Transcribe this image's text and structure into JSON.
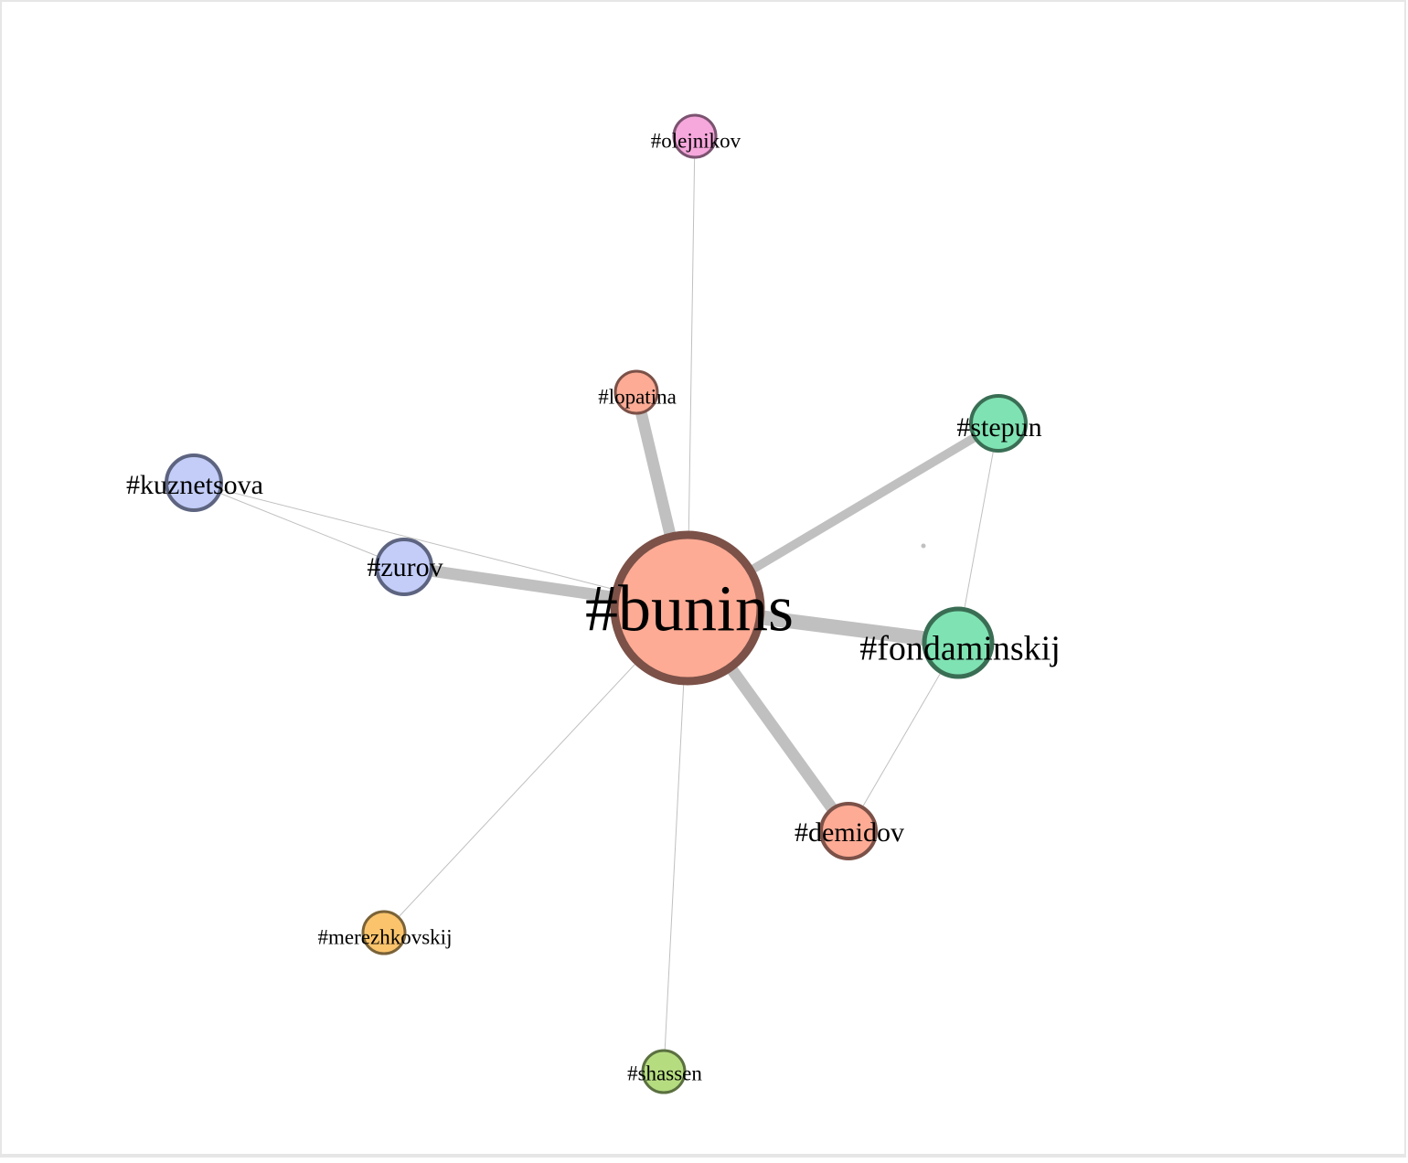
{
  "graph": {
    "nodes": [
      {
        "id": "bunins",
        "label": "#bunins",
        "fill": "#fdab95",
        "stroke": "#7b5148"
      },
      {
        "id": "olejnikov",
        "label": "#olejnikov",
        "fill": "#f6a7dc",
        "stroke": "#7b5370"
      },
      {
        "id": "lopatina",
        "label": "#lopatina",
        "fill": "#fdab95",
        "stroke": "#7b5148"
      },
      {
        "id": "stepun",
        "label": "#stepun",
        "fill": "#7fe2b3",
        "stroke": "#3a6e54"
      },
      {
        "id": "kuznetsova",
        "label": "#kuznetsova",
        "fill": "#c3cdf8",
        "stroke": "#5d6480"
      },
      {
        "id": "zurov",
        "label": "#zurov",
        "fill": "#c3cdf8",
        "stroke": "#5d6480"
      },
      {
        "id": "fondaminskij",
        "label": "#fondaminskij",
        "fill": "#7fe2b3",
        "stroke": "#3a6e54"
      },
      {
        "id": "demidov",
        "label": "#demidov",
        "fill": "#fdab95",
        "stroke": "#7b5148"
      },
      {
        "id": "merezhkovskij",
        "label": "#merezhkovskij",
        "fill": "#fbc46c",
        "stroke": "#7a6238"
      },
      {
        "id": "shassen",
        "label": "#shassen",
        "fill": "#b6dc80",
        "stroke": "#5b7040"
      }
    ],
    "edges": [
      {
        "source": "bunins",
        "target": "olejnikov",
        "weight": 1
      },
      {
        "source": "bunins",
        "target": "lopatina",
        "weight": 4
      },
      {
        "source": "bunins",
        "target": "stepun",
        "weight": 3
      },
      {
        "source": "bunins",
        "target": "zurov",
        "weight": 4
      },
      {
        "source": "bunins",
        "target": "kuznetsova",
        "weight": 1
      },
      {
        "source": "bunins",
        "target": "fondaminskij",
        "weight": 5
      },
      {
        "source": "bunins",
        "target": "demidov",
        "weight": 4
      },
      {
        "source": "bunins",
        "target": "merezhkovskij",
        "weight": 1
      },
      {
        "source": "bunins",
        "target": "shassen",
        "weight": 1
      },
      {
        "source": "kuznetsova",
        "target": "zurov",
        "weight": 1
      },
      {
        "source": "stepun",
        "target": "fondaminskij",
        "weight": 1
      },
      {
        "source": "fondaminskij",
        "target": "demidov",
        "weight": 1
      }
    ]
  }
}
